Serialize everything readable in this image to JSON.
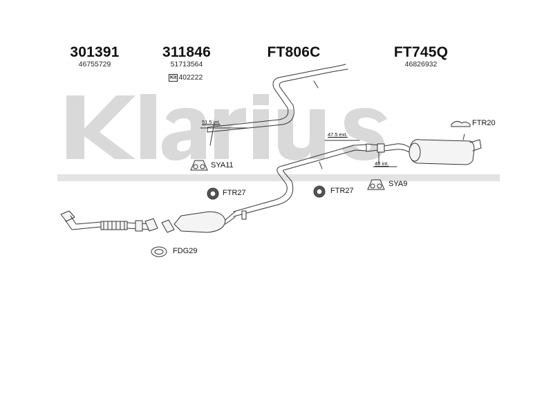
{
  "watermark": "Klarius",
  "part_codes": [
    {
      "code": "301391",
      "oem": "46755729"
    },
    {
      "code": "311846",
      "oem": "51713564",
      "kit_badge": "Kit",
      "kit_number": "402222"
    },
    {
      "code": "FT806C"
    },
    {
      "code": "FT745Q",
      "oem": "46826932"
    }
  ],
  "fittings": {
    "ftr20": "FTR20",
    "sya11": "SYA11",
    "ftr27_left": "FTR27",
    "ftr27_right": "FTR27",
    "sya9": "SYA9",
    "fdg29": "FDG29"
  },
  "dimensions": {
    "d1": "51.5 int.",
    "d2": "47.5 ext.",
    "d3": "48 int."
  },
  "colors": {
    "watermark": "#d9d9d9",
    "line": "#333333",
    "fill": "#f4f4f4"
  }
}
